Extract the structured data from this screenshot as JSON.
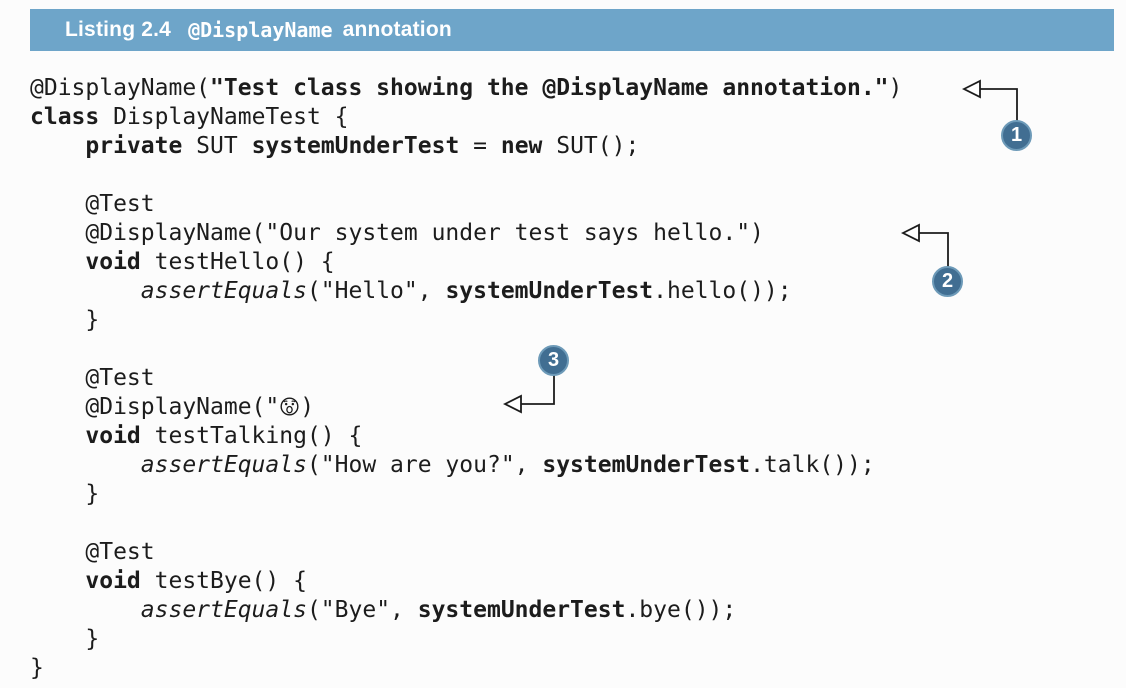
{
  "listing_header": {
    "label": "Listing 2.4",
    "code_term": "@DisplayName",
    "suffix": "annotation",
    "bar_color": "#6ea5c9"
  },
  "code": {
    "language": "java",
    "lines": [
      {
        "segments": [
          {
            "t": "@DisplayName(",
            "s": "n"
          },
          {
            "t": "\"Test class showing the @DisplayName annotation.\"",
            "s": "b"
          },
          {
            "t": ")",
            "s": "n"
          }
        ]
      },
      {
        "segments": [
          {
            "t": "class",
            "s": "b"
          },
          {
            "t": " DisplayNameTest {",
            "s": "n"
          }
        ]
      },
      {
        "segments": [
          {
            "t": "    ",
            "s": "n"
          },
          {
            "t": "private",
            "s": "b"
          },
          {
            "t": " SUT ",
            "s": "n"
          },
          {
            "t": "systemUnderTest",
            "s": "b"
          },
          {
            "t": " = ",
            "s": "n"
          },
          {
            "t": "new",
            "s": "b"
          },
          {
            "t": " SUT();",
            "s": "n"
          }
        ]
      },
      {
        "segments": []
      },
      {
        "segments": [
          {
            "t": "    @Test",
            "s": "n"
          }
        ]
      },
      {
        "segments": [
          {
            "t": "    @DisplayName(\"Our system under test says hello.\")",
            "s": "n"
          }
        ]
      },
      {
        "segments": [
          {
            "t": "    ",
            "s": "n"
          },
          {
            "t": "void",
            "s": "b"
          },
          {
            "t": " testHello() {",
            "s": "n"
          }
        ]
      },
      {
        "segments": [
          {
            "t": "        ",
            "s": "n"
          },
          {
            "t": "assertEquals",
            "s": "i"
          },
          {
            "t": "(\"Hello\", ",
            "s": "n"
          },
          {
            "t": "systemUnderTest",
            "s": "b"
          },
          {
            "t": ".hello());",
            "s": "n"
          }
        ]
      },
      {
        "segments": [
          {
            "t": "    }",
            "s": "n"
          }
        ]
      },
      {
        "segments": []
      },
      {
        "segments": [
          {
            "t": "    @Test",
            "s": "n"
          }
        ]
      },
      {
        "segments": [
          {
            "t": "    @DisplayName(\"",
            "s": "n"
          },
          {
            "t": "😱",
            "s": "n",
            "icon": "screaming-face-emoji"
          },
          {
            "t": ")",
            "s": "n"
          }
        ]
      },
      {
        "segments": [
          {
            "t": "    ",
            "s": "n"
          },
          {
            "t": "void",
            "s": "b"
          },
          {
            "t": " testTalking() {",
            "s": "n"
          }
        ]
      },
      {
        "segments": [
          {
            "t": "        ",
            "s": "n"
          },
          {
            "t": "assertEquals",
            "s": "i"
          },
          {
            "t": "(\"How are you?\", ",
            "s": "n"
          },
          {
            "t": "systemUnderTest",
            "s": "b"
          },
          {
            "t": ".talk());",
            "s": "n"
          }
        ]
      },
      {
        "segments": [
          {
            "t": "    }",
            "s": "n"
          }
        ]
      },
      {
        "segments": []
      },
      {
        "segments": [
          {
            "t": "    @Test",
            "s": "n"
          }
        ]
      },
      {
        "segments": [
          {
            "t": "    ",
            "s": "n"
          },
          {
            "t": "void",
            "s": "b"
          },
          {
            "t": " testBye() {",
            "s": "n"
          }
        ]
      },
      {
        "segments": [
          {
            "t": "        ",
            "s": "n"
          },
          {
            "t": "assertEquals",
            "s": "i"
          },
          {
            "t": "(\"Bye\", ",
            "s": "n"
          },
          {
            "t": "systemUnderTest",
            "s": "b"
          },
          {
            "t": ".bye());",
            "s": "n"
          }
        ]
      },
      {
        "segments": [
          {
            "t": "    }",
            "s": "n"
          }
        ]
      },
      {
        "segments": [
          {
            "t": "}",
            "s": "n"
          }
        ]
      }
    ]
  },
  "callouts": [
    {
      "number": "1"
    },
    {
      "number": "2"
    },
    {
      "number": "3"
    }
  ],
  "colors": {
    "header_bar": "#6ea5c9",
    "badge_fill": "#416e92",
    "badge_rim": "#6d9ab8",
    "code_text": "#1c1c1c"
  }
}
